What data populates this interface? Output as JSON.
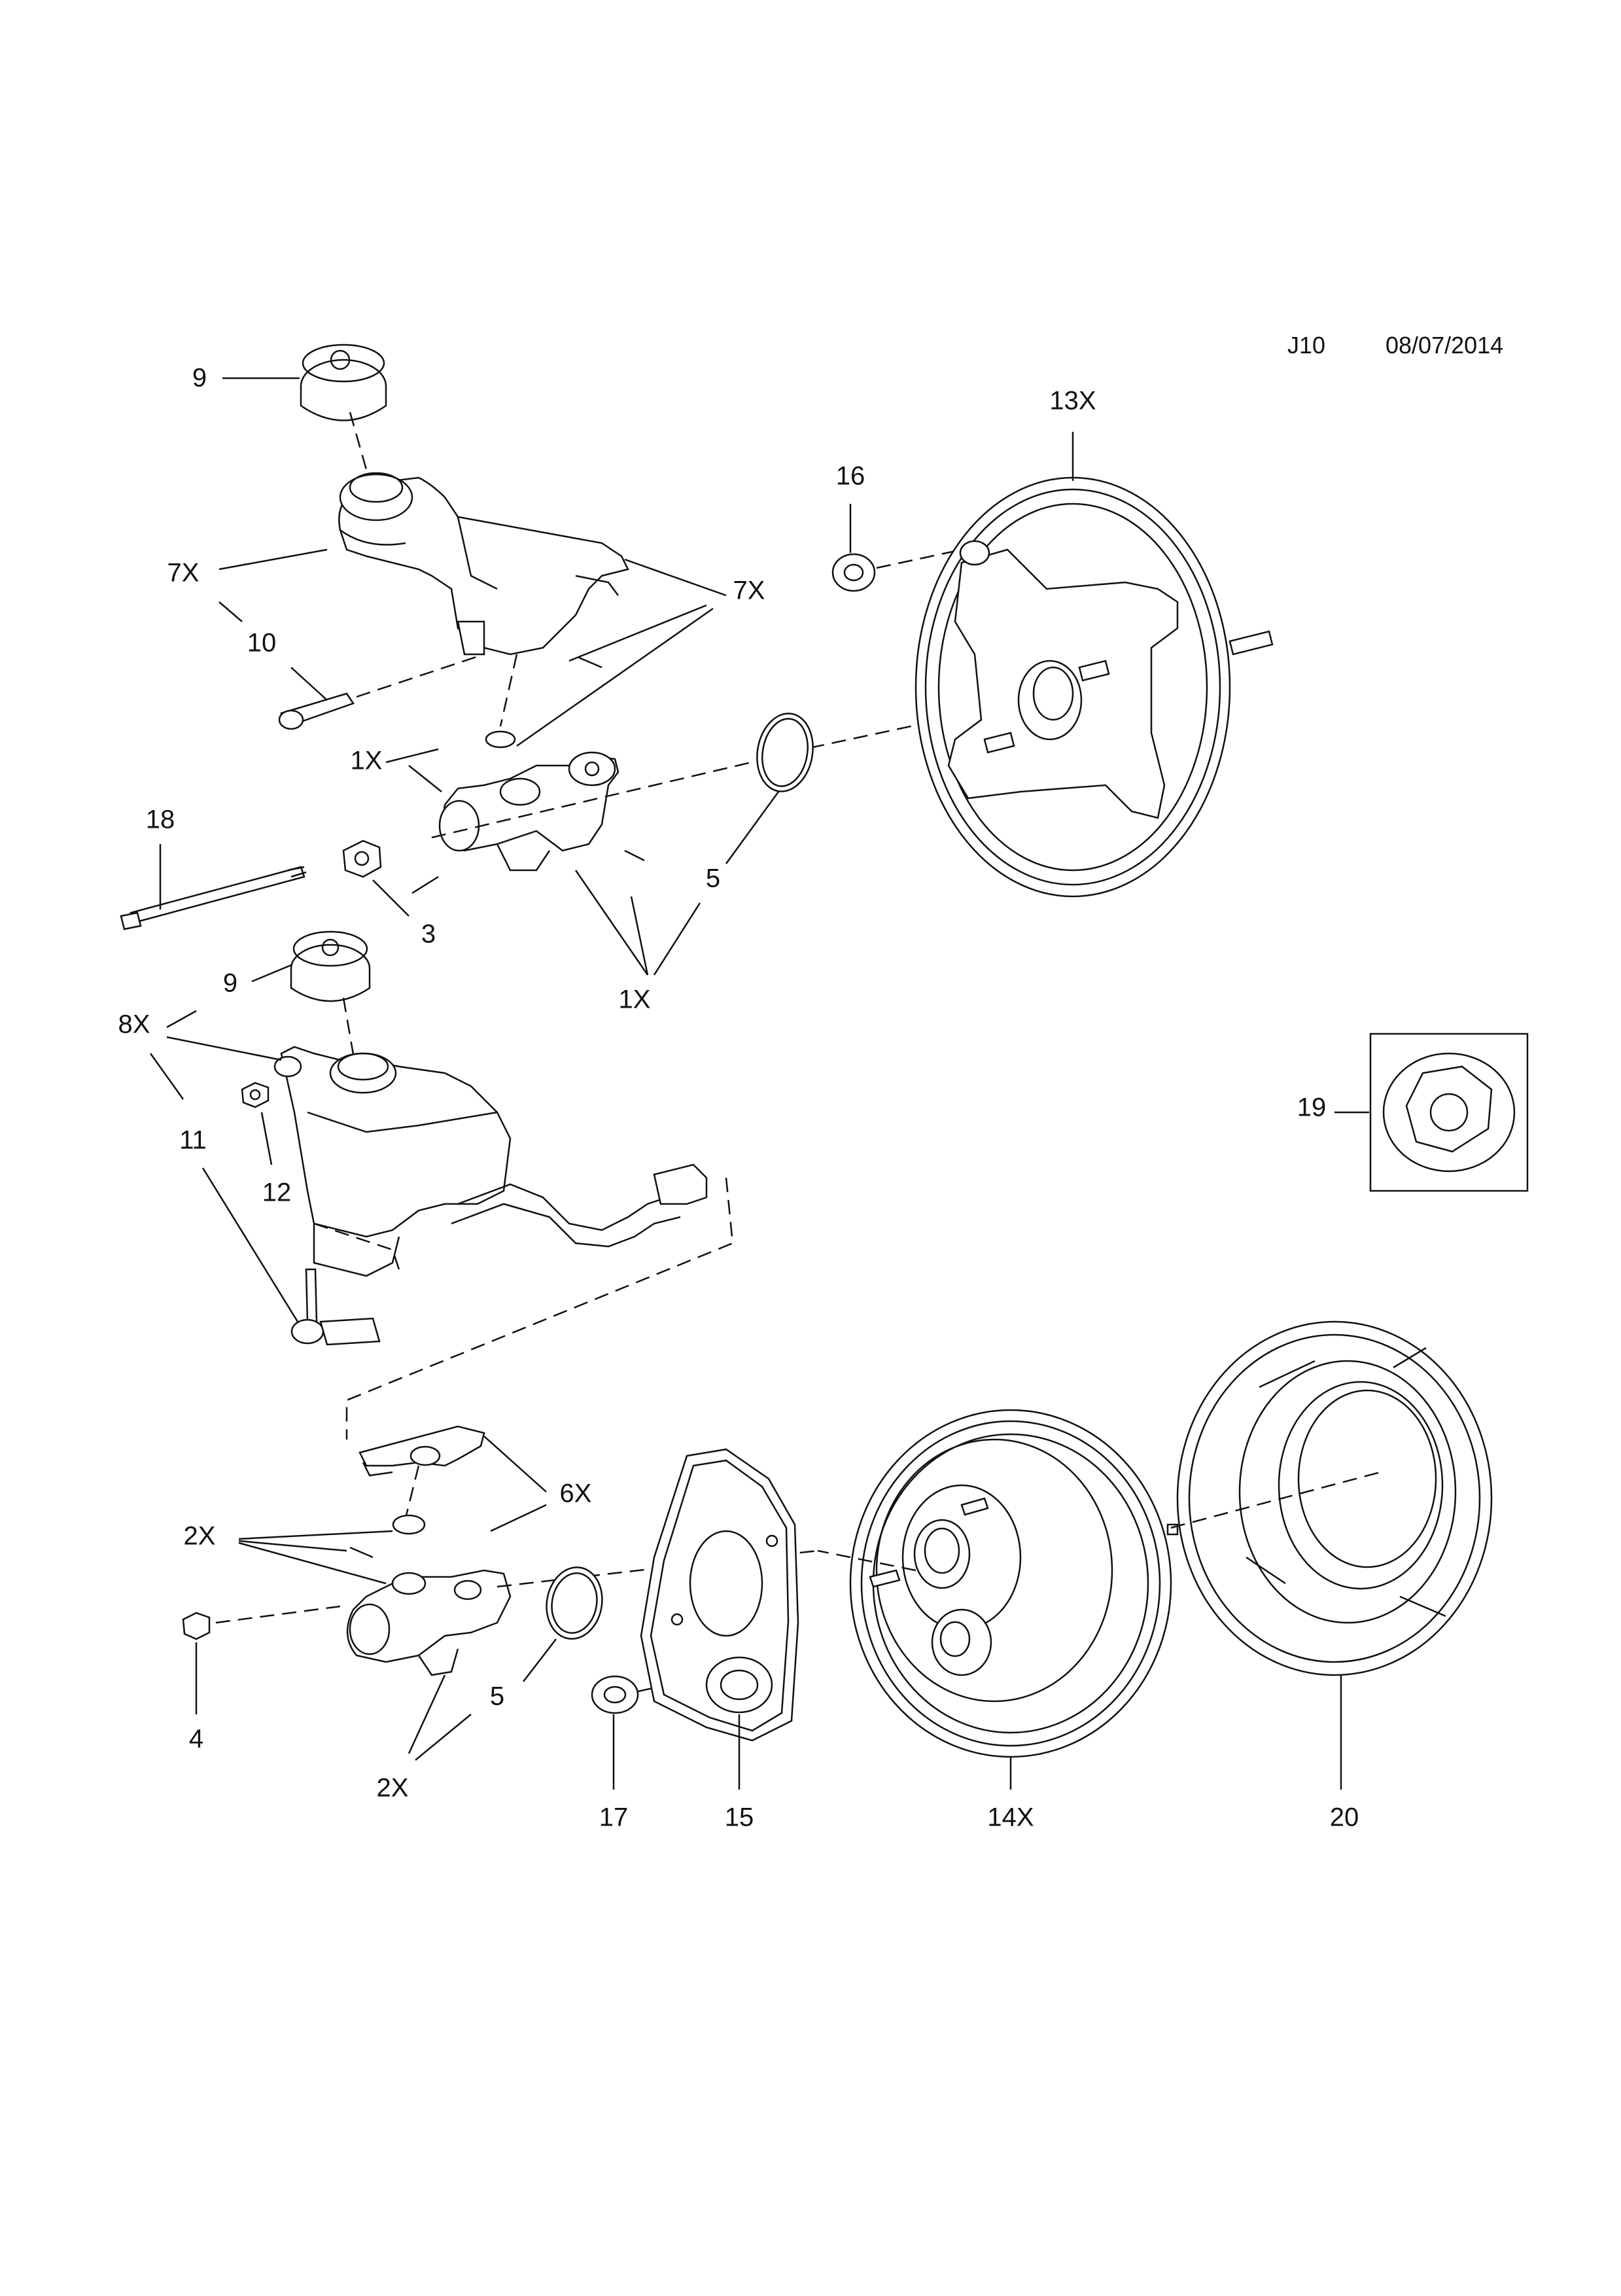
{
  "header": {
    "code": "J10",
    "date": "08/07/2014"
  },
  "callouts": {
    "c9a": "9",
    "c13x": "13X",
    "c16": "16",
    "c7x_left": "7X",
    "c7x_right": "7X",
    "c10": "10",
    "c1x_top": "1X",
    "c18": "18",
    "c5_top": "5",
    "c3": "3",
    "c1x_bottom": "1X",
    "c9b": "9",
    "c8x": "8X",
    "c11": "11",
    "c12": "12",
    "c19": "19",
    "c6x": "6X",
    "c2x_top": "2X",
    "c4": "4",
    "c5_bottom": "5",
    "c2x_bottom": "2X",
    "c17": "17",
    "c15": "15",
    "c14x": "14X",
    "c20": "20"
  }
}
